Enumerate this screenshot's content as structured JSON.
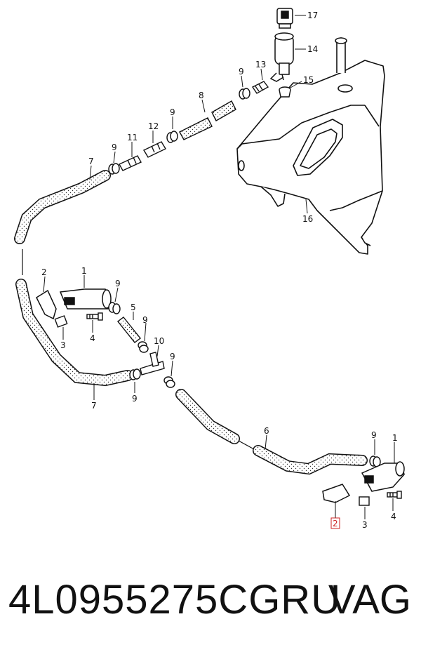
{
  "callouts": {
    "c1a": "1",
    "c1b": "1",
    "c2a": "2",
    "c2b": "2",
    "c3a": "3",
    "c3b": "3",
    "c4a": "4",
    "c4b": "4",
    "c5": "5",
    "c6": "6",
    "c7a": "7",
    "c7b": "7",
    "c8": "8",
    "c9a": "9",
    "c9b": "9",
    "c9c": "9",
    "c9d": "9",
    "c9e": "9",
    "c9f": "9",
    "c9g": "9",
    "c9h": "9",
    "c10": "10",
    "c11": "11",
    "c12": "12",
    "c13": "13",
    "c14": "14",
    "c15": "15",
    "c16": "16",
    "c17": "17"
  },
  "footer": {
    "part_number": "4L0955275CGRU",
    "brand": "VAG"
  },
  "colors": {
    "line": "#111111",
    "highlight": "#cc2222",
    "background": "#ffffff"
  }
}
